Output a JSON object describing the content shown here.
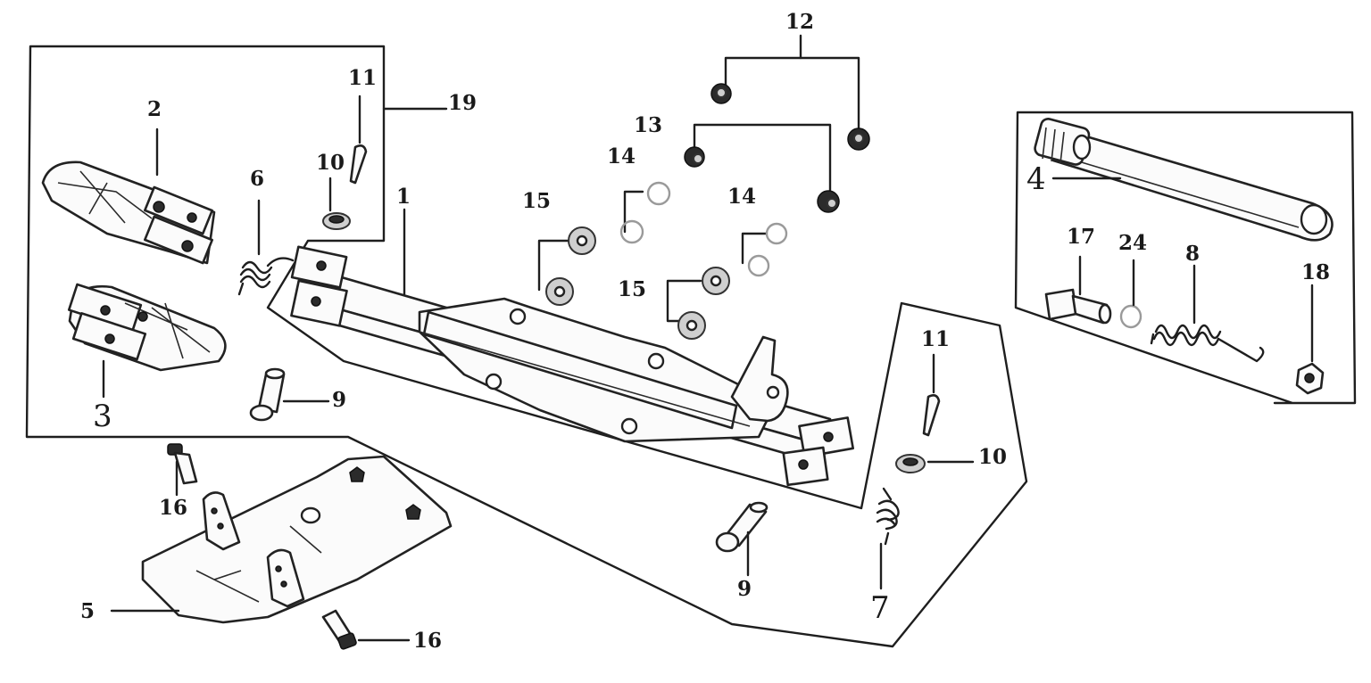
{
  "labels": {
    "p1": "1",
    "p2": "2",
    "p3": "3",
    "p4": "4",
    "p5": "5",
    "p6": "6",
    "p7": "7",
    "p8": "8",
    "p9a": "9",
    "p9b": "9",
    "p10a": "10",
    "p10b": "10",
    "p11a": "11",
    "p11b": "11",
    "p12": "12",
    "p13": "13",
    "p14a": "14",
    "p14b": "14",
    "p15a": "15",
    "p15b": "15",
    "p16a": "16",
    "p16b": "16",
    "p17": "17",
    "p18": "18",
    "p19": "19",
    "p24": "24"
  },
  "colors": {
    "line": "#1e1e1e",
    "background": "#ffffff",
    "washer_faint": "#9a9a9a"
  }
}
